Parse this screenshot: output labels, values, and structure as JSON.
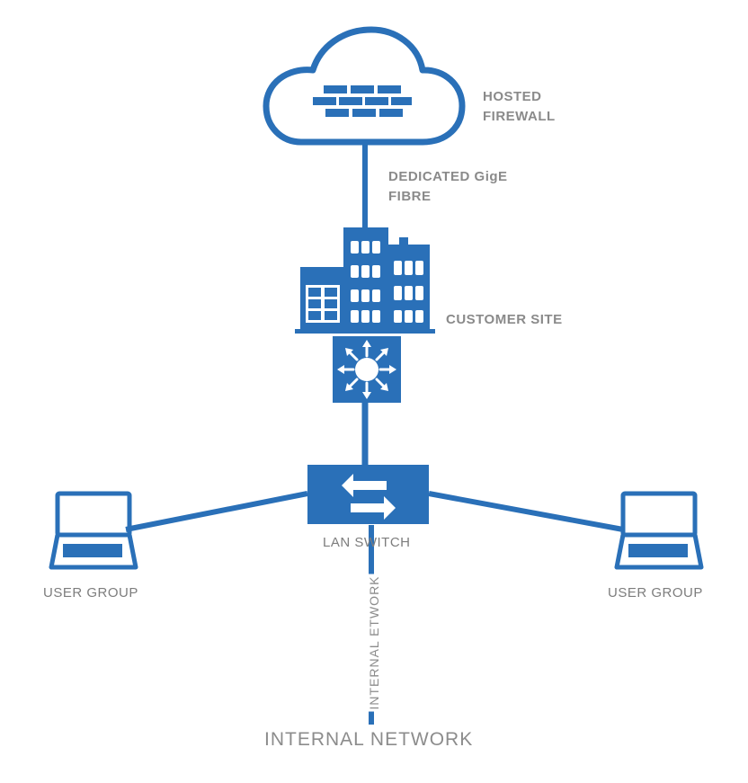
{
  "colors": {
    "primary": "#2a70b8",
    "label": "#8a8a8a",
    "background": "#ffffff"
  },
  "nodes": {
    "firewall": {
      "icon": "cloud-firewall-icon",
      "label_line1": "HOSTED",
      "label_line2": "FIREWALL"
    },
    "link": {
      "label_line1": "DEDICATED GigE",
      "label_line2": "FIBRE"
    },
    "site": {
      "icon": "buildings-icon",
      "label": "CUSTOMER SITE"
    },
    "router": {
      "icon": "router-icon"
    },
    "switch": {
      "icon": "switch-icon",
      "label": "LAN SWITCH"
    },
    "user_left": {
      "icon": "laptop-icon",
      "label": "USER GROUP"
    },
    "user_right": {
      "icon": "laptop-icon",
      "label": "USER GROUP"
    },
    "network": {
      "vertical_label": "INTERNAL ETWORK",
      "label": "INTERNAL NETWORK"
    }
  }
}
